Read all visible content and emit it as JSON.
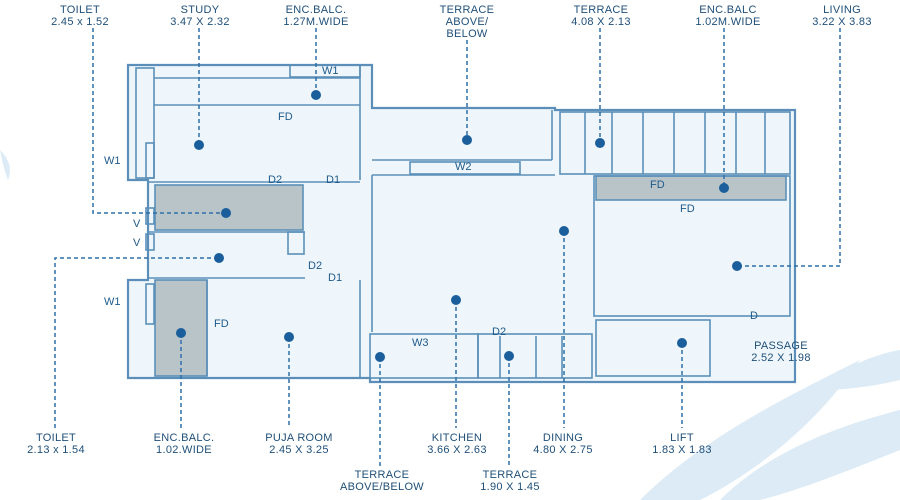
{
  "colors": {
    "line": "#5b8fb9",
    "fill": "#eef6fb",
    "shaded": "#b8c4c8",
    "text": "#1f4f78",
    "dot": "#1a5e9c"
  },
  "rooms": {
    "toilet_top": {
      "name": "TOILET",
      "size": "2.45 x 1.52"
    },
    "study": {
      "name": "STUDY",
      "size": "3.47 X 2.32"
    },
    "enc_balc_top": {
      "name": "ENC.BALC.",
      "size": "1.27M.WIDE"
    },
    "terrace_top_mid": {
      "line1": "TERRACE",
      "line2": "ABOVE/",
      "line3": "BELOW"
    },
    "terrace_top_right": {
      "name": "TERRACE",
      "size": "4.08 X 2.13"
    },
    "enc_balc_right": {
      "name": "ENC.BALC",
      "size": "1.02M.WIDE"
    },
    "living": {
      "name": "LIVING",
      "size": "3.22 X 3.83"
    },
    "passage": {
      "name": "PASSAGE",
      "size": "2.52 X 1.98"
    },
    "toilet_bottom": {
      "name": "TOILET",
      "size": "2.13 x 1.54"
    },
    "enc_balc_bottom": {
      "name": "ENC.BALC.",
      "size": "1.02.WIDE"
    },
    "puja_room": {
      "name": "PUJA ROOM",
      "size": "2.45 X 3.25"
    },
    "kitchen": {
      "name": "KITCHEN",
      "size": "3.66 X 2.63"
    },
    "dining": {
      "name": "DINING",
      "size": "4.80 X 2.75"
    },
    "lift": {
      "name": "LIFT",
      "size": "1.83 X 1.83"
    },
    "terrace_bottom_left": {
      "line1": "TERRACE",
      "line2": "ABOVE/BELOW"
    },
    "terrace_bottom_mid": {
      "name": "TERRACE",
      "size": "1.90 X 1.45"
    }
  },
  "tags": {
    "w1_top": "W1",
    "w1_left": "W1",
    "w1_left_low": "W1",
    "w2": "W2",
    "w3": "W3",
    "fd_study": "FD",
    "fd_balc_right": "FD",
    "fd_living": "FD",
    "fd_puja": "FD",
    "d2_a": "D2",
    "d2_b": "D2",
    "d2_c": "D2",
    "d1_a": "D1",
    "d1_b": "D1",
    "d_living": "D",
    "v_a": "V",
    "v_b": "V"
  }
}
